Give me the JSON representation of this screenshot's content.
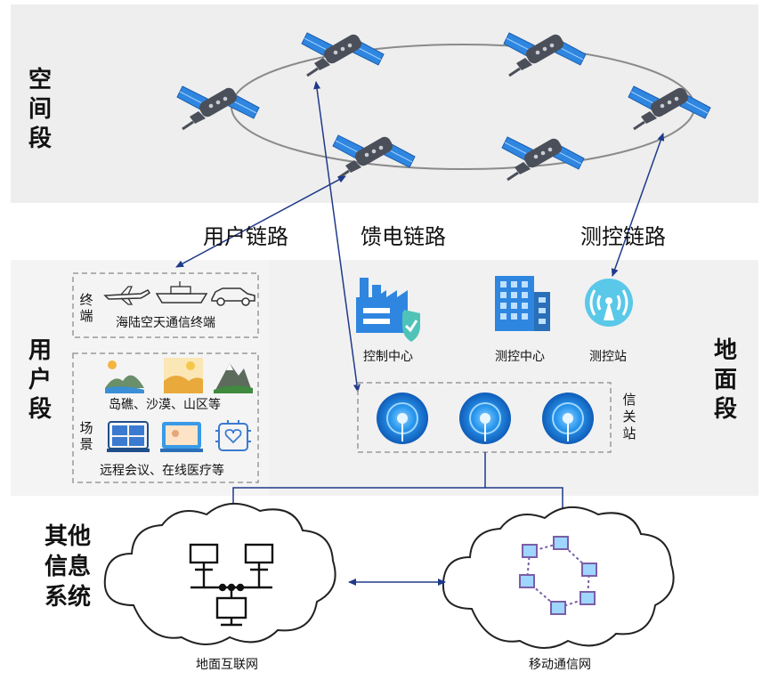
{
  "segments": {
    "space": "空间段",
    "user": "用户段",
    "ground": "地面段",
    "other": "其他信息系统"
  },
  "links": {
    "user_link": "用户链路",
    "feeder_link": "馈电链路",
    "ttc_link": "测控链路"
  },
  "user_segment": {
    "terminal_tag": "终端",
    "terminal_caption": "海陆空天通信终端",
    "scene_tag": "场景",
    "scene_caption_1": "岛礁、沙漠、山区等",
    "scene_caption_2": "远程会议、在线医疗等"
  },
  "ground_segment": {
    "control_center": "控制中心",
    "ttc_center": "测控中心",
    "ttc_station": "测控站",
    "gateway": "信关站"
  },
  "other_systems": {
    "internet": "地面互联网",
    "mobile": "移动通信网"
  },
  "icons": {
    "satellite": "satellite-icon",
    "airplane": "airplane-icon",
    "ship": "ship-icon",
    "car": "car-icon",
    "island": "island-icon",
    "desert": "desert-icon",
    "mountain": "mountain-icon",
    "video_conference": "video-conference-icon",
    "telemedicine": "telemedicine-icon",
    "factory": "factory-shield-icon",
    "building": "building-icon",
    "antenna": "antenna-icon",
    "gateway_dish": "gateway-dish-icon",
    "network": "network-icon",
    "mobile_network": "mobile-network-icon"
  },
  "colors": {
    "band": "#eeeeee",
    "arrow": "#1f3a8a",
    "satellite_panel": "#2f86e0",
    "satellite_body": "#4a4f5a",
    "dish": "#1a7fd6",
    "cloud_stroke": "#222222",
    "mobile_node": "#7b5ea7"
  }
}
